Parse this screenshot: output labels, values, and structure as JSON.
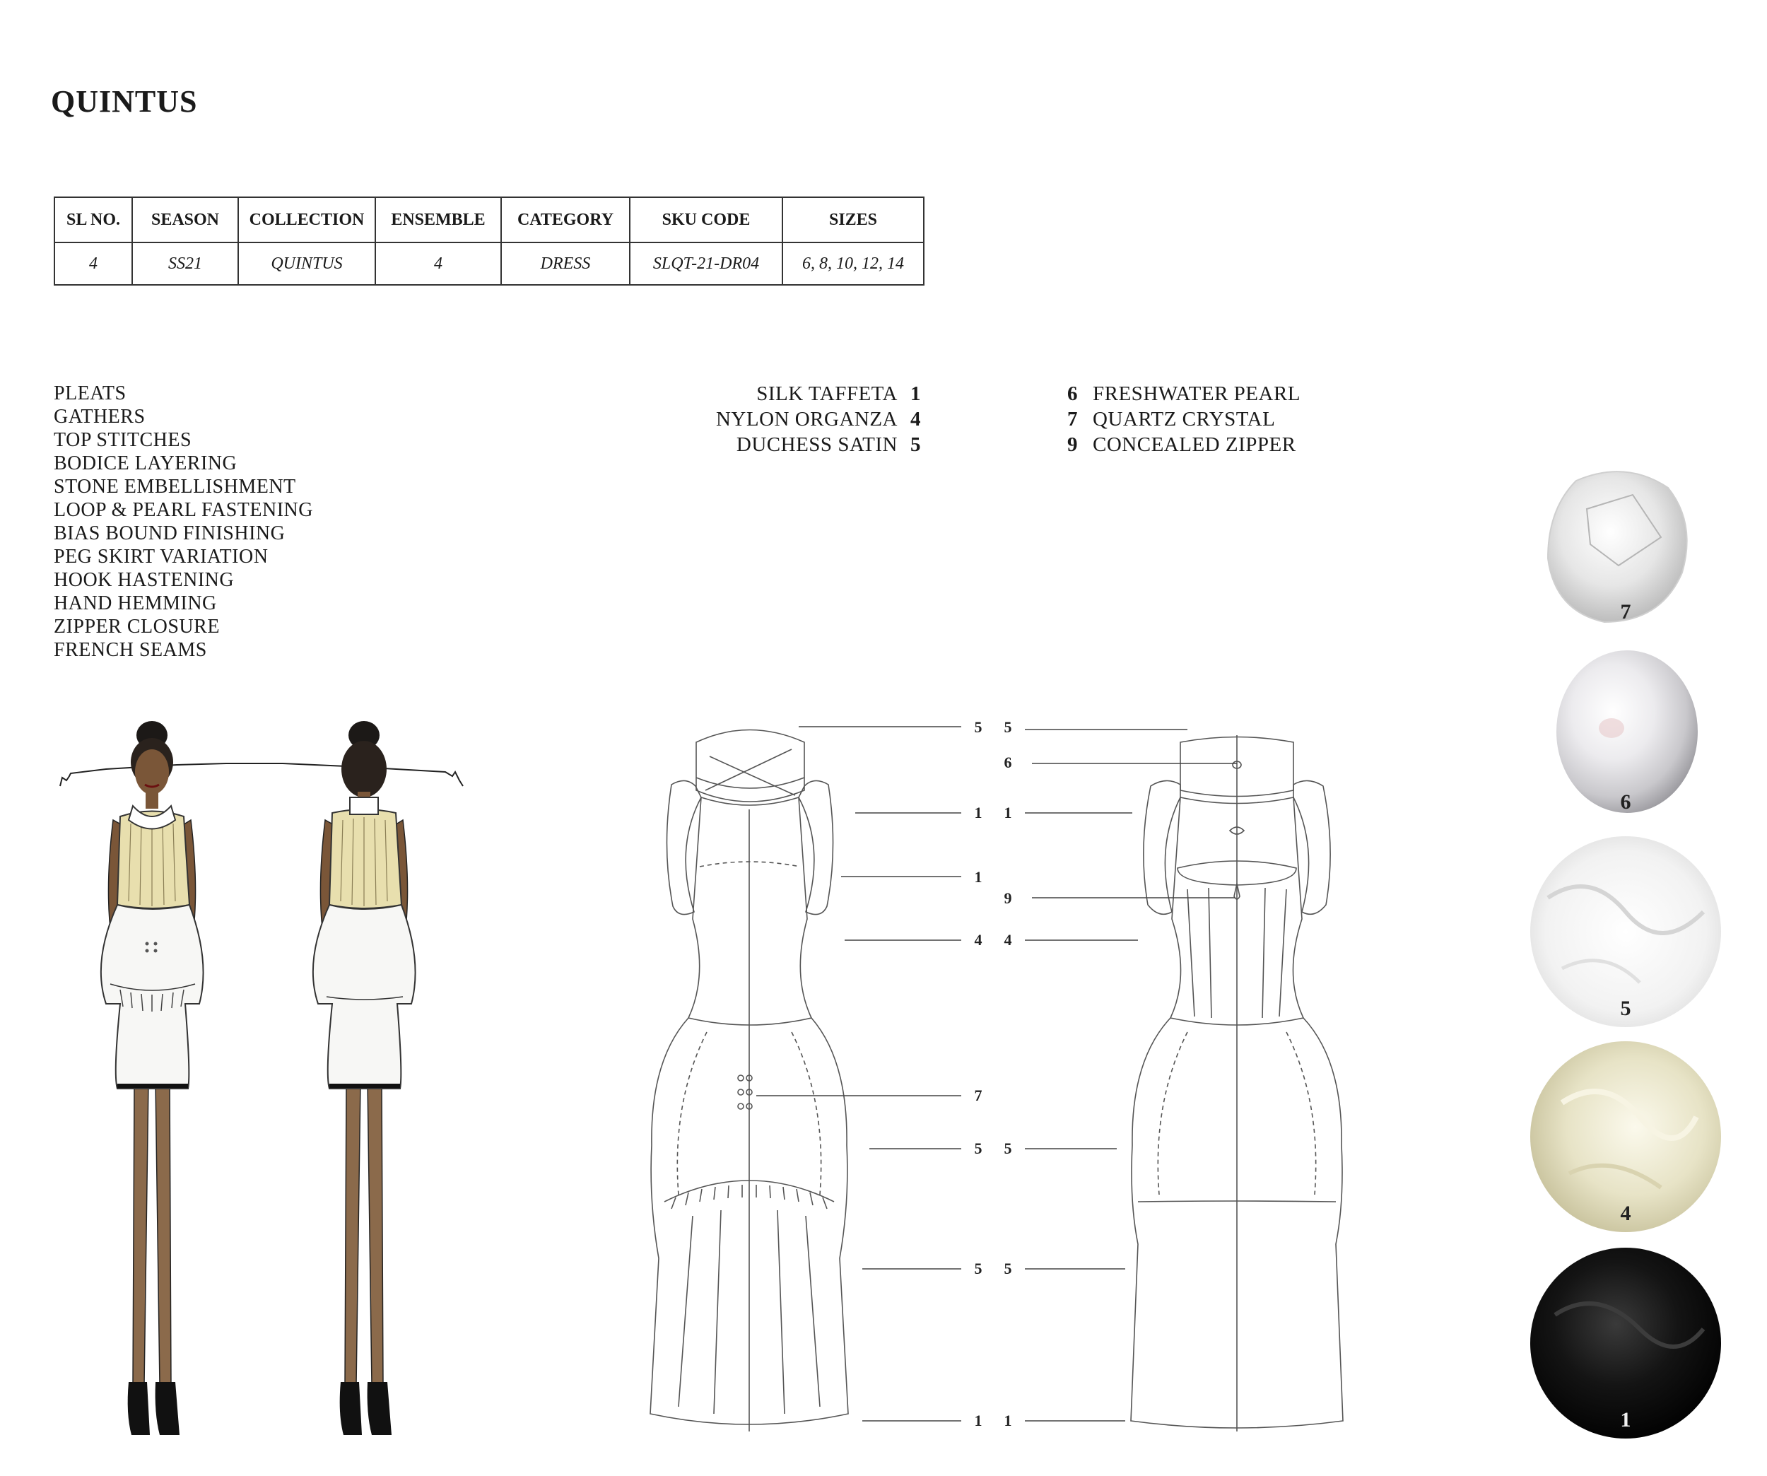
{
  "title": "QUINTUS",
  "table": {
    "headers": [
      "SL NO.",
      "SEASON",
      "COLLECTION",
      "ENSEMBLE",
      "CATEGORY",
      "SKU CODE",
      "SIZES"
    ],
    "row": [
      "4",
      "SS21",
      "QUINTUS",
      "4",
      "DRESS",
      "SLQT-21-DR04",
      "6, 8, 10, 12, 14"
    ]
  },
  "features": [
    "PLEATS",
    "GATHERS",
    "TOP STITCHES",
    "BODICE LAYERING",
    "STONE EMBELLISHMENT",
    "LOOP & PEARL FASTENING",
    "BIAS BOUND FINISHING",
    "PEG SKIRT VARIATION",
    "HOOK HASTENING",
    "HAND HEMMING",
    "ZIPPER CLOSURE",
    "FRENCH SEAMS"
  ],
  "materials_left": [
    {
      "name": "SILK TAFFETA",
      "num": "1"
    },
    {
      "name": "NYLON ORGANZA",
      "num": "4"
    },
    {
      "name": "DUCHESS SATIN",
      "num": "5"
    }
  ],
  "materials_right": [
    {
      "num": "6",
      "name": "FRESHWATER PEARL"
    },
    {
      "num": "7",
      "name": "QUARTZ CRYSTAL"
    },
    {
      "num": "9",
      "name": "CONCEALED ZIPPER"
    }
  ],
  "callouts_front": [
    "5",
    "1",
    "1",
    "4",
    "7",
    "5",
    "5",
    "1"
  ],
  "callouts_back": [
    "5",
    "6",
    "1",
    "9",
    "4",
    "5",
    "5",
    "1"
  ],
  "swatches": [
    {
      "label": "7",
      "material": "quartz crystal"
    },
    {
      "label": "6",
      "material": "freshwater pearl"
    },
    {
      "label": "5",
      "material": "duchess satin"
    },
    {
      "label": "4",
      "material": "nylon organza"
    },
    {
      "label": "1",
      "material": "silk taffeta"
    }
  ]
}
